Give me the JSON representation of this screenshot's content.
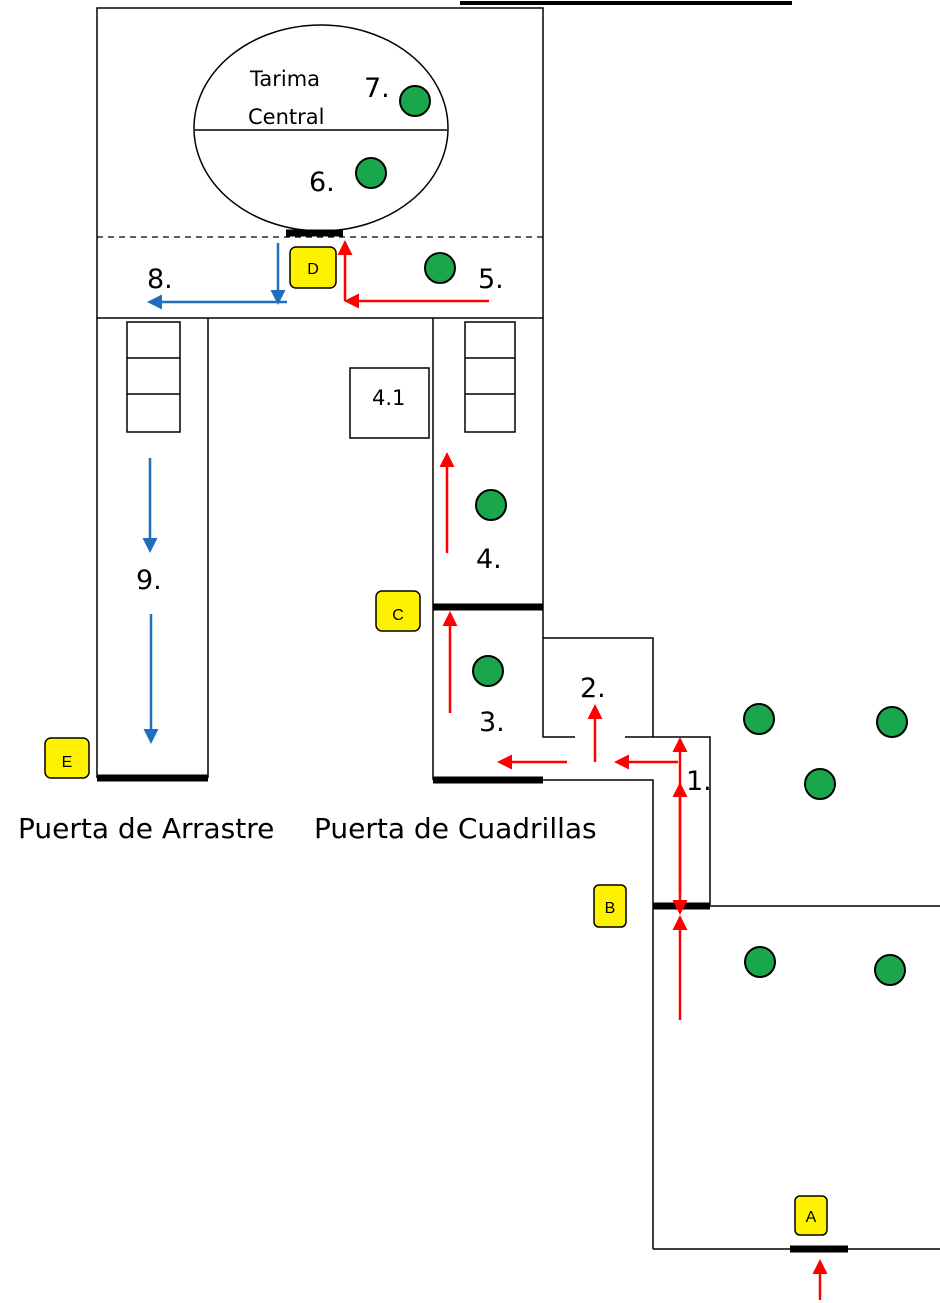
{
  "stage": {
    "label_line1": "Tarima",
    "label_line2": "Central"
  },
  "steps": {
    "s1": "1.",
    "s2": "2.",
    "s3": "3.",
    "s4": "4.",
    "s41": "4.1",
    "s5": "5.",
    "s6": "6.",
    "s7": "7.",
    "s8": "8.",
    "s9": "9."
  },
  "gates": {
    "a": "A",
    "b": "B",
    "c": "C",
    "d": "D",
    "e": "E"
  },
  "doors": {
    "arrastre": "Puerta de Arrastre",
    "cuadrillas": "Puerta de Cuadrillas"
  },
  "colors": {
    "node": "#1aa64a",
    "gate": "#fff200",
    "arrow_entry": "#ff0000",
    "arrow_exit": "#1f6fbf"
  }
}
